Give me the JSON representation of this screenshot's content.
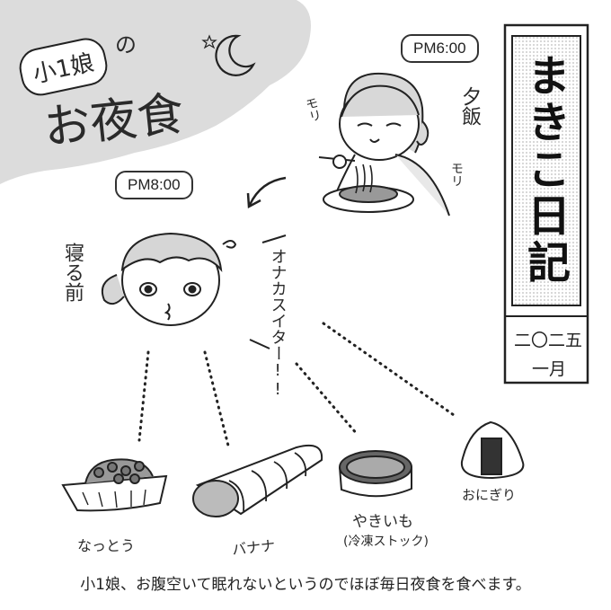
{
  "title": {
    "badge": "小1娘",
    "particle": "の",
    "main": "お夜食"
  },
  "diary": {
    "title": "まきこ日記",
    "year": "二〇二五",
    "month": "一月"
  },
  "times": {
    "dinner_time": "PM6:00",
    "night_time": "PM8:00"
  },
  "labels": {
    "dinner": "夕飯",
    "mori_left": "モリ",
    "mori_right": "モリ",
    "before_sleep": "寝る前",
    "hungry": "オナカスイター!!"
  },
  "foods": [
    "なっとう",
    "バナナ",
    "やきいも",
    "(冷凍ストック)",
    "おにぎり"
  ],
  "caption": "小1娘、お腹空いて眠れないというのでほぼ毎日夜食を食べます。"
}
